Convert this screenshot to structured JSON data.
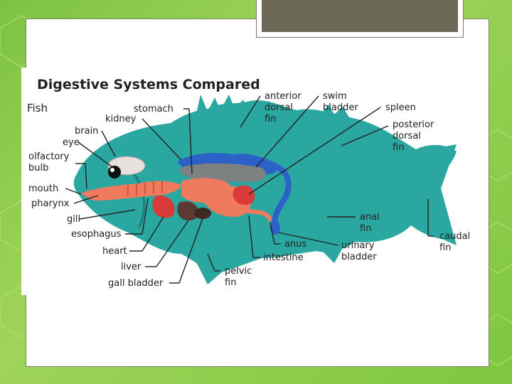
{
  "title": "Digestive Systems Compared",
  "subtitle": "Fish",
  "labels": {
    "stomach": "stomach",
    "kidney": "kidney",
    "brain": "brain",
    "eye": "eye",
    "olfactory_1": "olfactory",
    "olfactory_2": "bulb",
    "mouth": "mouth",
    "pharynx": "pharynx",
    "gill": "gill",
    "esophagus": "esophagus",
    "heart": "heart",
    "liver": "liver",
    "gall_bladder": "gall bladder",
    "anterior_1": "anterior",
    "anterior_2": "dorsal",
    "anterior_3": "fin",
    "swim_1": "swim",
    "swim_2": "bladder",
    "spleen": "spleen",
    "posterior_1": "posterior",
    "posterior_2": "dorsal",
    "posterior_3": "fin",
    "anal_1": "anal",
    "anal_2": "fin",
    "caudal_1": "caudal",
    "caudal_2": "fin",
    "anus": "anus",
    "intestine": "intestine",
    "urinary_1": "urinary",
    "urinary_2": "bladder",
    "pelvic_1": "pelvic",
    "pelvic_2": "fin"
  },
  "colors": {
    "body": "#2aa7a1",
    "organ_red": "#f07a5e",
    "organ_blue": "#2c62c8",
    "organ_gray": "#7d8182",
    "heart_red": "#d93a3a",
    "liver_brown": "#5a3a33"
  }
}
